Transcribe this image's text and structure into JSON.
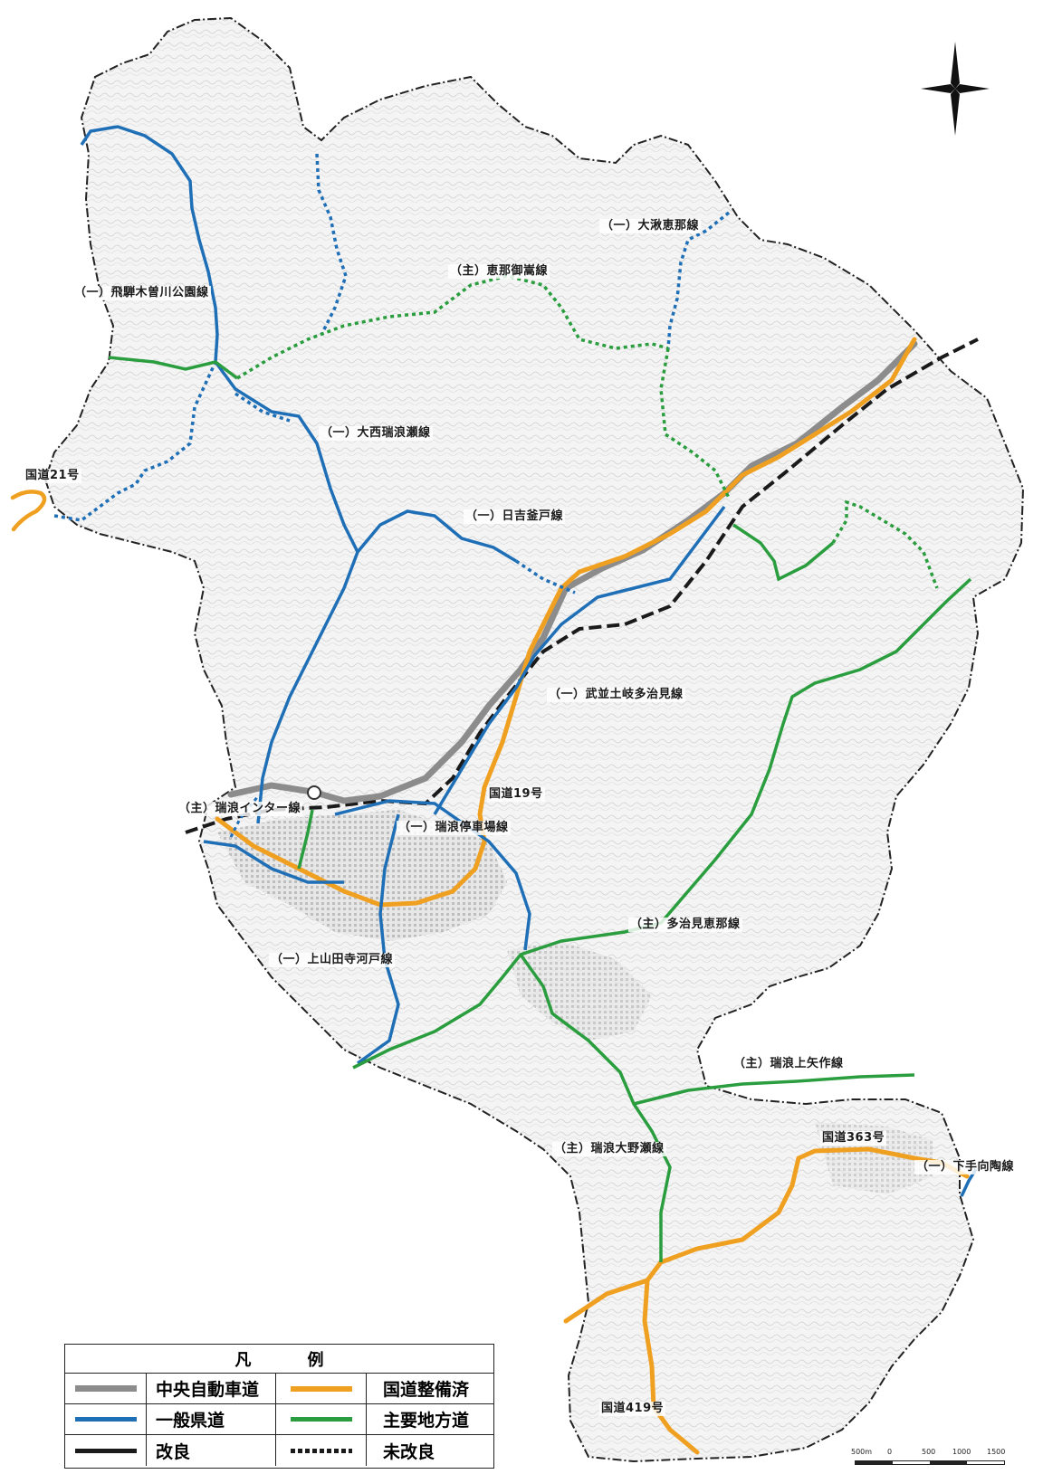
{
  "colors": {
    "expressway": "#8c8c8c",
    "national": "#f0a020",
    "general_pref": "#1f6fb7",
    "major_local": "#2a9d3e",
    "railway": "#1a1a1a",
    "boundary": "#222222"
  },
  "icons": {
    "north": "compass-star-icon"
  },
  "labels": {
    "ohkute_ena": "（一）大湫恵那線",
    "ena_mitake": "（主）恵那御嵩線",
    "hida_kiso": "（一）飛騨木曽川公園線",
    "ohnishi_mizunamise": "（一）大西瑞浪瀬線",
    "route21": "国道21号",
    "hiyoshi_kamado": "（一）日吉釜戸線",
    "takenami": "（一）武並土岐多治見線",
    "route19": "国道19号",
    "mizunami_ic": "（主）瑞浪インター線",
    "mizunami_station": "（一）瑞浪停車場線",
    "tajimi_ena": "（主）多治見恵那線",
    "kamiyamada": "（一）上山田寺河戸線",
    "mizunami_kamiyahagi": "（主）瑞浪上矢作線",
    "route363": "国道363号",
    "shimotemukae": "（一）下手向陶線",
    "mizunami_ohnose": "（主）瑞浪大野瀬線",
    "route419": "国道419号"
  },
  "legend": {
    "title": "凡　例",
    "expressway": "中央自動車道",
    "national": "国道整備済",
    "general_pref": "一般県道",
    "major_local": "主要地方道",
    "improved": "改良",
    "unimproved": "未改良"
  },
  "scale_bar": {
    "ticks": [
      "500m",
      "0",
      "500",
      "1000",
      "1500"
    ]
  }
}
